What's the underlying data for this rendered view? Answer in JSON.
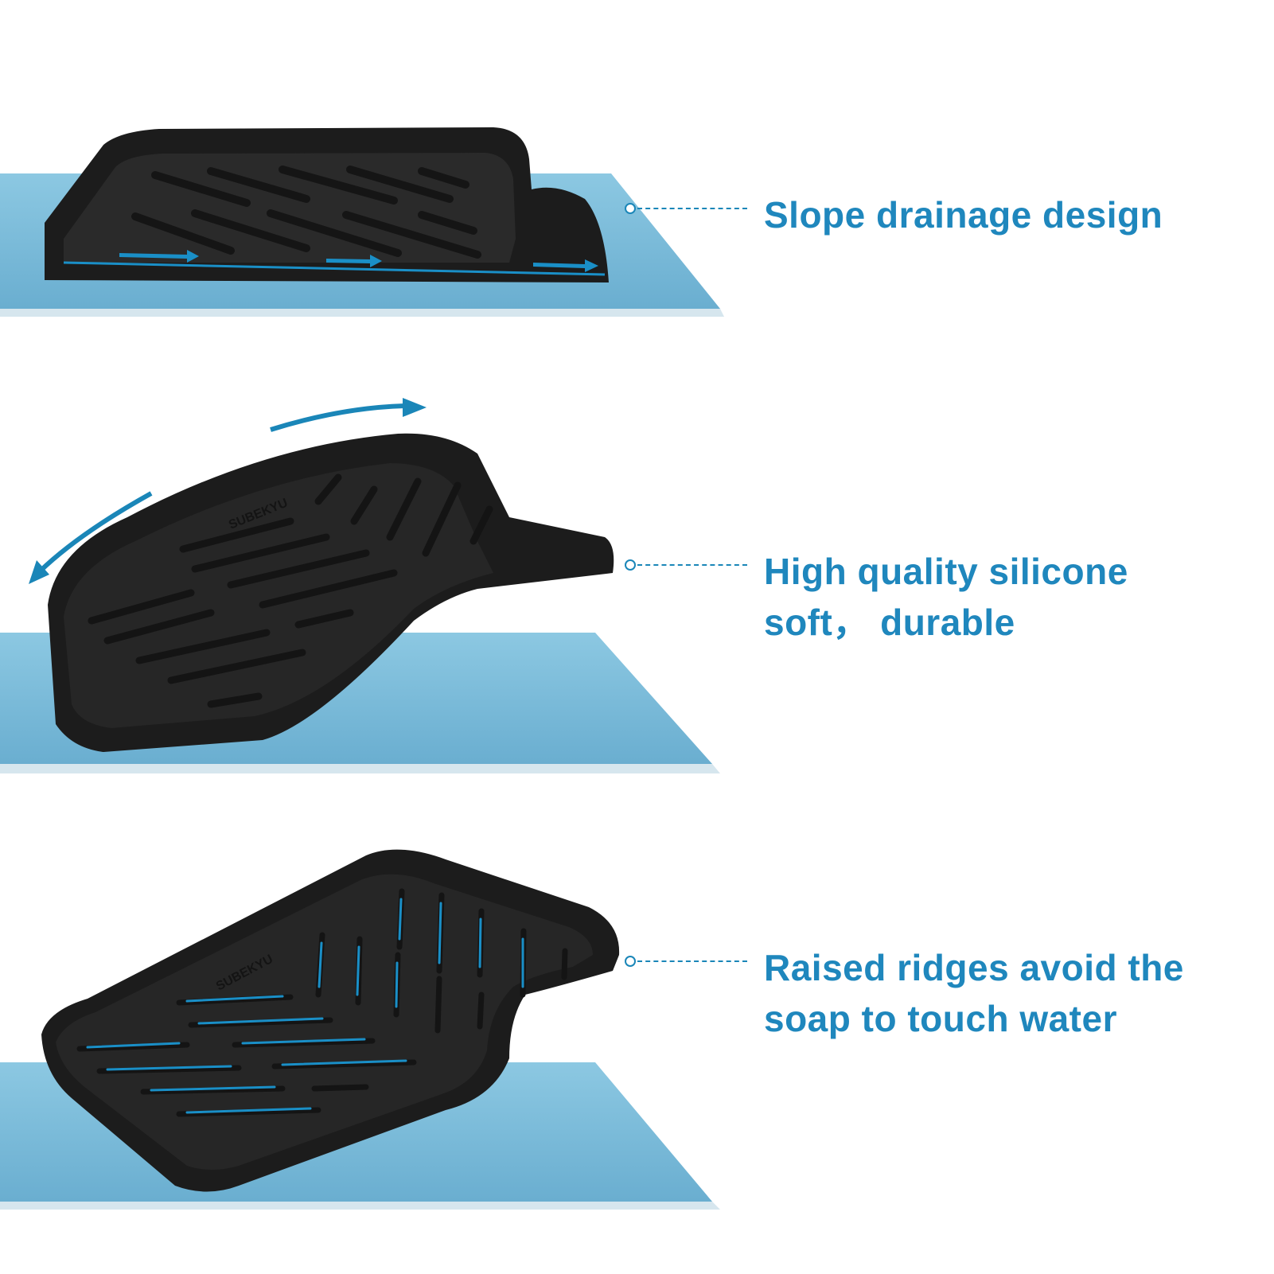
{
  "features": [
    {
      "id": "slope",
      "lines": [
        "Slope drainage design"
      ],
      "icon": "dashed-leader-line"
    },
    {
      "id": "silicone",
      "lines": [
        "High quality silicone",
        "soft，  durable"
      ],
      "icon": "dashed-leader-line"
    },
    {
      "id": "ridges",
      "lines": [
        "Raised ridges avoid the",
        "soap to touch water"
      ],
      "icon": "dashed-leader-line"
    }
  ],
  "brand_mark": "SUBEKYU",
  "colors": {
    "accent": "#1f87bd",
    "surface": "#7fbcd8",
    "tray": "#1e1e1e"
  }
}
